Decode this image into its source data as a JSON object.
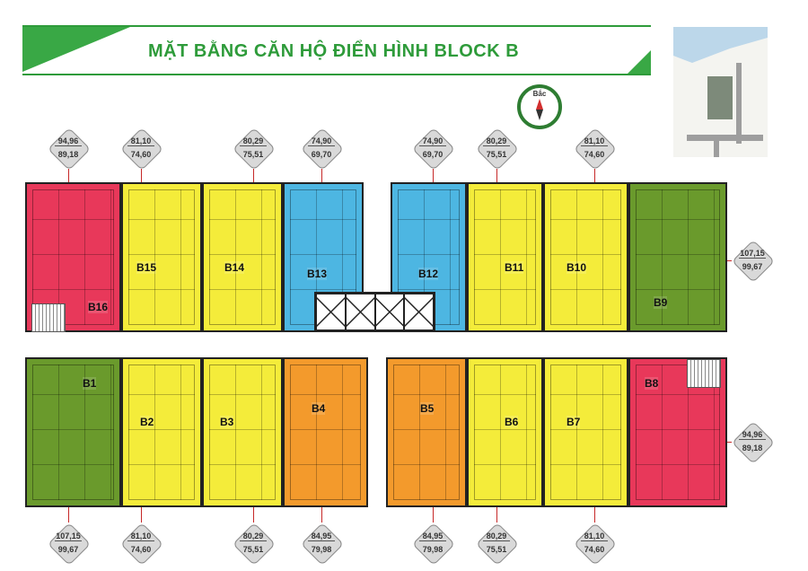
{
  "header": {
    "title": "MẶT BẰNG CĂN HỘ ĐIỂN HÌNH BLOCK B"
  },
  "compass": {
    "label": "Bắc"
  },
  "colors": {
    "red": "#e8385a",
    "yellow": "#f4ec3a",
    "blue": "#4db6e2",
    "green": "#6a9a2c",
    "orange": "#f39a2c",
    "brand": "#2e9b3a"
  },
  "units_top": [
    {
      "id": "B16",
      "color": "red"
    },
    {
      "id": "B15",
      "color": "yellow"
    },
    {
      "id": "B14",
      "color": "yellow"
    },
    {
      "id": "B13",
      "color": "blue"
    },
    {
      "id": "B12",
      "color": "blue"
    },
    {
      "id": "B11",
      "color": "yellow"
    },
    {
      "id": "B10",
      "color": "yellow"
    },
    {
      "id": "B9",
      "color": "green"
    }
  ],
  "units_bottom": [
    {
      "id": "B1",
      "color": "green"
    },
    {
      "id": "B2",
      "color": "yellow"
    },
    {
      "id": "B3",
      "color": "yellow"
    },
    {
      "id": "B4",
      "color": "orange"
    },
    {
      "id": "B5",
      "color": "orange"
    },
    {
      "id": "B6",
      "color": "yellow"
    },
    {
      "id": "B7",
      "color": "yellow"
    },
    {
      "id": "B8",
      "color": "red"
    }
  ],
  "area_tags_top": [
    {
      "gross": "94,96",
      "net": "89,18"
    },
    {
      "gross": "81,10",
      "net": "74,60"
    },
    {
      "gross": "80,29",
      "net": "75,51"
    },
    {
      "gross": "74,90",
      "net": "69,70"
    },
    {
      "gross": "74,90",
      "net": "69,70"
    },
    {
      "gross": "80,29",
      "net": "75,51"
    },
    {
      "gross": "81,10",
      "net": "74,60"
    }
  ],
  "area_tags_right": [
    {
      "gross": "107,15",
      "net": "99,67"
    },
    {
      "gross": "94,96",
      "net": "89,18"
    }
  ],
  "area_tags_bottom": [
    {
      "gross": "107,15",
      "net": "99,67"
    },
    {
      "gross": "81,10",
      "net": "74,60"
    },
    {
      "gross": "80,29",
      "net": "75,51"
    },
    {
      "gross": "84,95",
      "net": "79,98"
    },
    {
      "gross": "84,95",
      "net": "79,98"
    },
    {
      "gross": "80,29",
      "net": "75,51"
    },
    {
      "gross": "81,10",
      "net": "74,60"
    }
  ]
}
